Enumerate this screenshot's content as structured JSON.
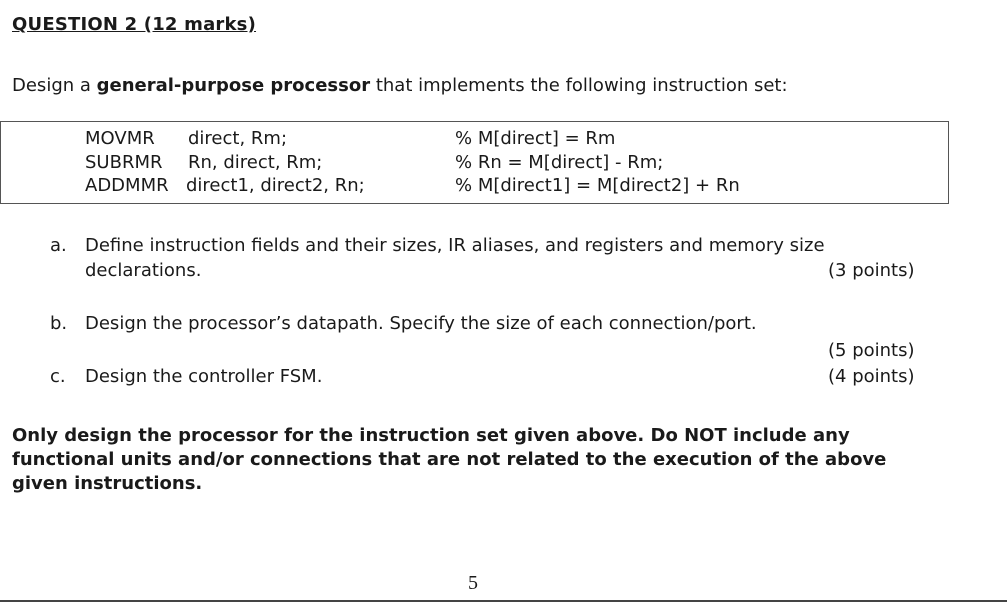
{
  "question": {
    "title": "QUESTION 2 (12 marks)",
    "intro_prefix": "Design a ",
    "intro_bold": "general-purpose processor",
    "intro_suffix": " that implements the following instruction set:"
  },
  "instructions": [
    {
      "op": "MOVMR",
      "args": "direct, Rm;",
      "comment": "% M[direct] = Rm"
    },
    {
      "op": "SUBRMR",
      "args": "Rn, direct, Rm;",
      "comment": "% Rn = M[direct] - Rm;"
    },
    {
      "op": "ADDMMR",
      "args": "direct1, direct2, Rn;",
      "comment": "% M[direct1] = M[direct2] + Rn"
    }
  ],
  "parts": {
    "a": {
      "letter": "a.",
      "line1": "Define instruction fields and their sizes, IR aliases, and registers and memory size",
      "line2": "declarations.",
      "points": "(3 points)"
    },
    "b": {
      "letter": "b.",
      "line1": "Design the processor’s datapath. Specify the size of each connection/port.",
      "points": "(5 points)"
    },
    "c": {
      "letter": "c.",
      "line1": "Design the controller FSM.",
      "points": "(4 points)"
    }
  },
  "note": {
    "line1": "Only design the processor for the instruction set given above. Do NOT include any",
    "line2": "functional units and/or connections that are not related to the execution of the above",
    "line3": "given instructions."
  },
  "footer": {
    "page_number": "5"
  }
}
